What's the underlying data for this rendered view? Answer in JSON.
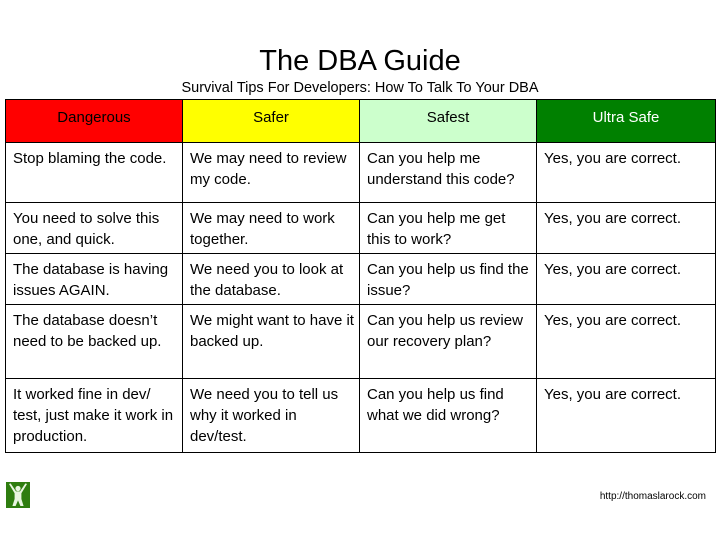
{
  "slide": {
    "title": "The DBA Guide",
    "subtitle": "Survival Tips For Developers: How To Talk To Your DBA",
    "url": "http://thomaslarock.com"
  },
  "table": {
    "headers": [
      {
        "label": "Dangerous",
        "bg": "#ff0000",
        "fg": "#000000"
      },
      {
        "label": "Safer",
        "bg": "#ffff00",
        "fg": "#000000"
      },
      {
        "label": "Safest",
        "bg": "#ccffcc",
        "fg": "#000000"
      },
      {
        "label": "Ultra Safe",
        "bg": "#008000",
        "fg": "#ffffff"
      }
    ],
    "rows": [
      [
        "Stop blaming the code.",
        "We may need to review my code.",
        "Can you help me understand this code?",
        "Yes, you are correct."
      ],
      [
        "You need to solve this one, and quick.",
        "We may need to work together.",
        "Can you help me get this to work?",
        "Yes, you are correct."
      ],
      [
        "The database is having issues AGAIN.",
        "We need you to look at the database.",
        "Can you help us find the issue?",
        "Yes, you are correct."
      ],
      [
        "The database doesn’t need to be backed up.",
        "We might want to have it backed up.",
        "Can you help us review our recovery plan?",
        "Yes, you are correct."
      ],
      [
        "It worked fine in dev/ test, just make it work in production.",
        "We need you to tell us why it worked in dev/test.",
        "Can you help us find what we did wrong?",
        "Yes, you are correct."
      ]
    ]
  },
  "logo": {
    "icon": "person-arms-raised-icon",
    "bg": "#2e7d0f",
    "fg": "#e8f5e0"
  }
}
